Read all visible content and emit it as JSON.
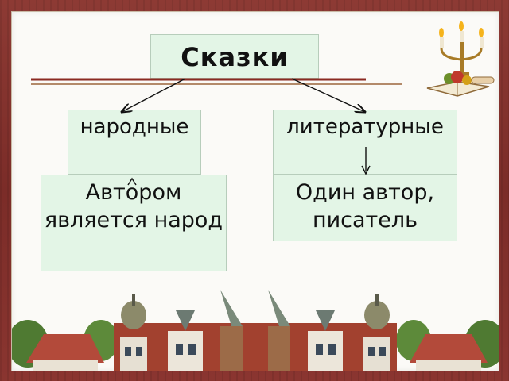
{
  "title": "Сказки",
  "categories": [
    {
      "label": "народные",
      "description": "Автором является народ"
    },
    {
      "label": "литературные",
      "description": "Один автор, писатель"
    }
  ],
  "colors": {
    "box_fill": "#e3f5e6",
    "box_border": "#b7cdbb",
    "frame": "#7b2c28",
    "line": "#8b2a22"
  },
  "icons": [
    "candelabra-book-illustration",
    "town-illustration"
  ]
}
